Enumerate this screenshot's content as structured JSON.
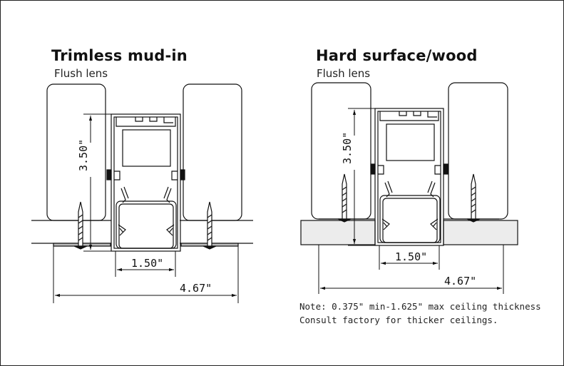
{
  "left": {
    "title": "Trimless mud-in",
    "subtitle": "Flush lens",
    "dim_height": "3.50\"",
    "dim_width": "1.50\"",
    "dim_overall": "4.67\""
  },
  "right": {
    "title": "Hard surface/wood",
    "subtitle": "Flush lens",
    "dim_height": "3.50\"",
    "dim_width": "1.50\"",
    "dim_overall": "4.67\""
  },
  "note": {
    "line1": "Note: 0.375\" min-1.625\" max ceiling thickness",
    "line2": "Consult factory for thicker ceilings."
  }
}
